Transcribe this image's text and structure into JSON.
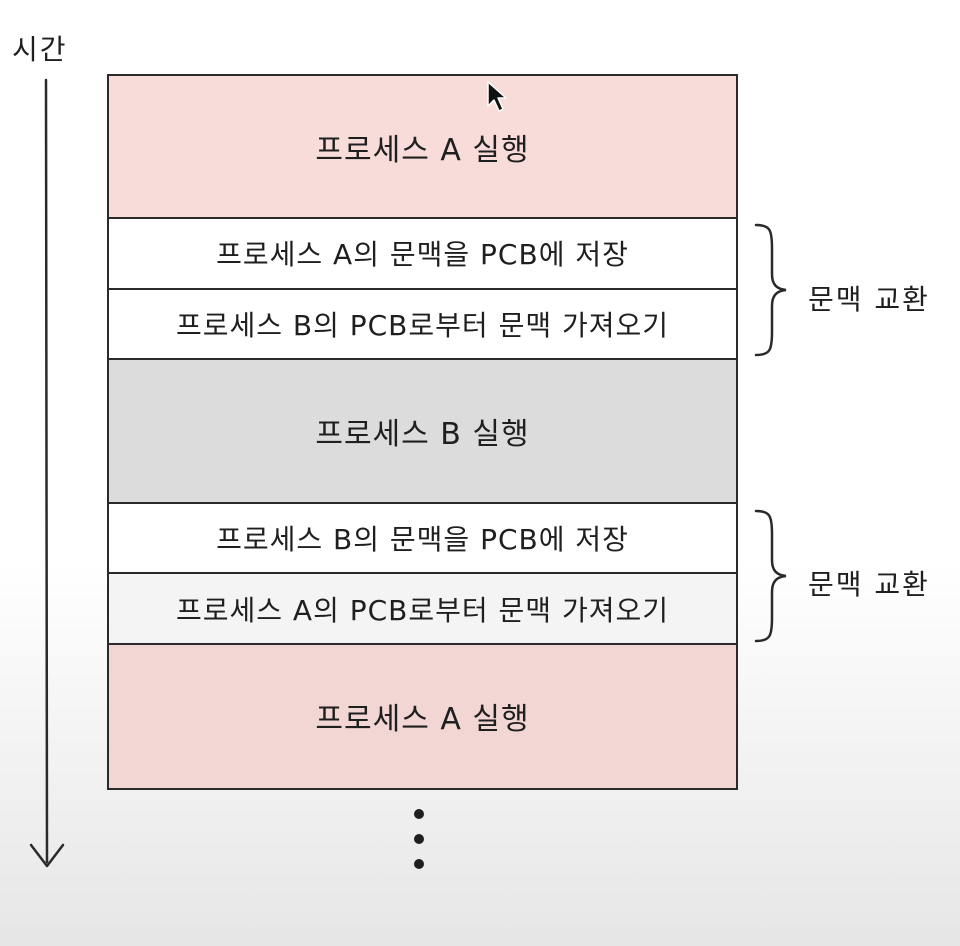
{
  "axis": {
    "label": "시간"
  },
  "blocks": [
    {
      "text": "프로세스 A 실행",
      "kind": "run-a"
    },
    {
      "text": "프로세스 A의 문맥을 PCB에 저장",
      "kind": "save"
    },
    {
      "text": "프로세스 B의 PCB로부터 문맥 가져오기",
      "kind": "load"
    },
    {
      "text": "프로세스 B 실행",
      "kind": "run-b"
    },
    {
      "text": "프로세스 B의 문맥을 PCB에 저장",
      "kind": "save"
    },
    {
      "text": "프로세스 A의 PCB로부터 문맥 가져오기",
      "kind": "load"
    },
    {
      "text": "프로세스 A 실행",
      "kind": "run-a"
    }
  ],
  "context_switch": {
    "label_1": "문맥 교환",
    "label_2": "문맥 교환"
  },
  "colors": {
    "process_a": "#f7dcd9",
    "process_b": "#dcdcdc",
    "context_step": "#ffffff",
    "outline": "#2a2a2a"
  }
}
